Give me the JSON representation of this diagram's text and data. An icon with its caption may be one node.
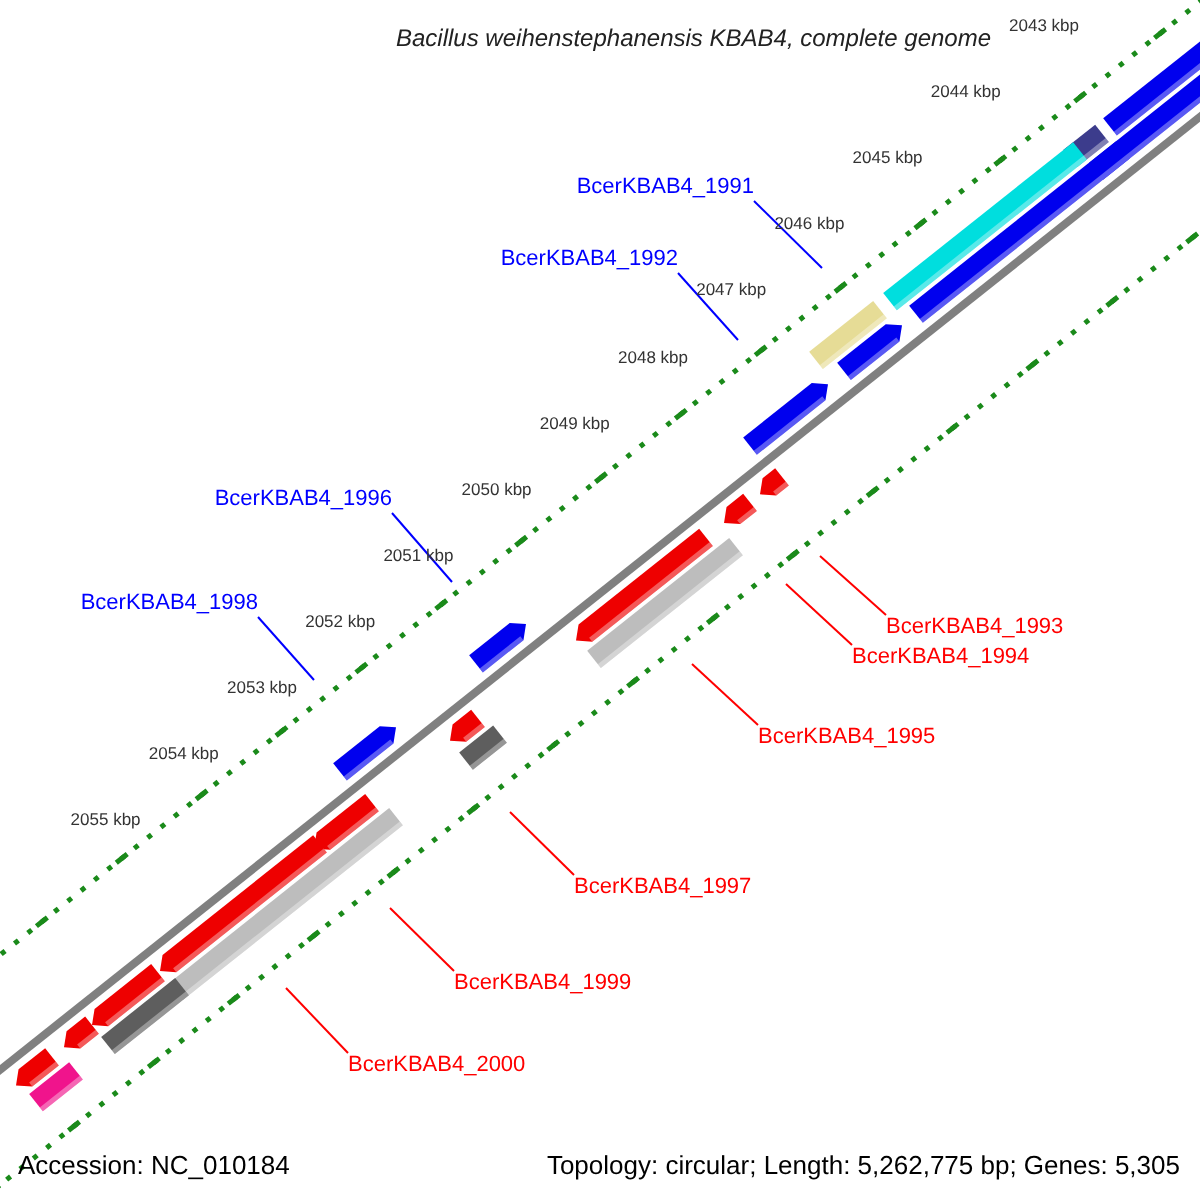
{
  "diagram": {
    "title": "Bacillus weihenstephanensis KBAB4, complete genome",
    "nodes": [
      {
        "text": [
          "BcerKBAB4_1991"
        ]
      },
      {
        "text": [
          "BcerKBAB4_1992"
        ]
      },
      {
        "text": [
          "BcerKBAB4_1996"
        ]
      },
      {
        "text": [
          "BcerKBAB4_1998"
        ]
      },
      {
        "text": [
          "BcerKBAB4_1993"
        ]
      },
      {
        "text": [
          "BcerKBAB4_1994"
        ]
      },
      {
        "text": [
          "BcerKBAB4_1995"
        ]
      },
      {
        "text": [
          "BcerKBAB4_1997"
        ]
      },
      {
        "text": [
          "BcerKBAB4_1999"
        ]
      },
      {
        "text": [
          "BcerKBAB4_2000"
        ]
      }
    ],
    "edges": [
      {
        "from": 0,
        "to": null,
        "arrow": "none",
        "color": "#0000ff"
      },
      {
        "from": 1,
        "to": null,
        "arrow": "none",
        "color": "#0000ff"
      },
      {
        "from": 2,
        "to": null,
        "arrow": "none",
        "color": "#0000ff"
      },
      {
        "from": 3,
        "to": null,
        "arrow": "none",
        "color": "#0000ff"
      },
      {
        "from": 4,
        "to": null,
        "arrow": "none"
      },
      {
        "from": 5,
        "to": null,
        "arrow": "none"
      },
      {
        "from": 6,
        "to": null,
        "arrow": "none"
      },
      {
        "from": 7,
        "to": null,
        "arrow": "none"
      },
      {
        "from": 8,
        "to": null,
        "arrow": "none"
      },
      {
        "from": 9,
        "to": null,
        "arrow": "none"
      }
    ],
    "labels": [
      "2043 kbp",
      "2044 kbp",
      "2045 kbp",
      "2046 kbp",
      "2047 kbp",
      "2048 kbp",
      "2049 kbp",
      "2050 kbp",
      "2051 kbp",
      "2052 kbp",
      "2053 kbp",
      "2054 kbp",
      "2055 kbp",
      "Accession: NC_010184",
      "Topology: circular; Length: 5,262,775 bp; Genes: 5,305"
    ]
  }
}
